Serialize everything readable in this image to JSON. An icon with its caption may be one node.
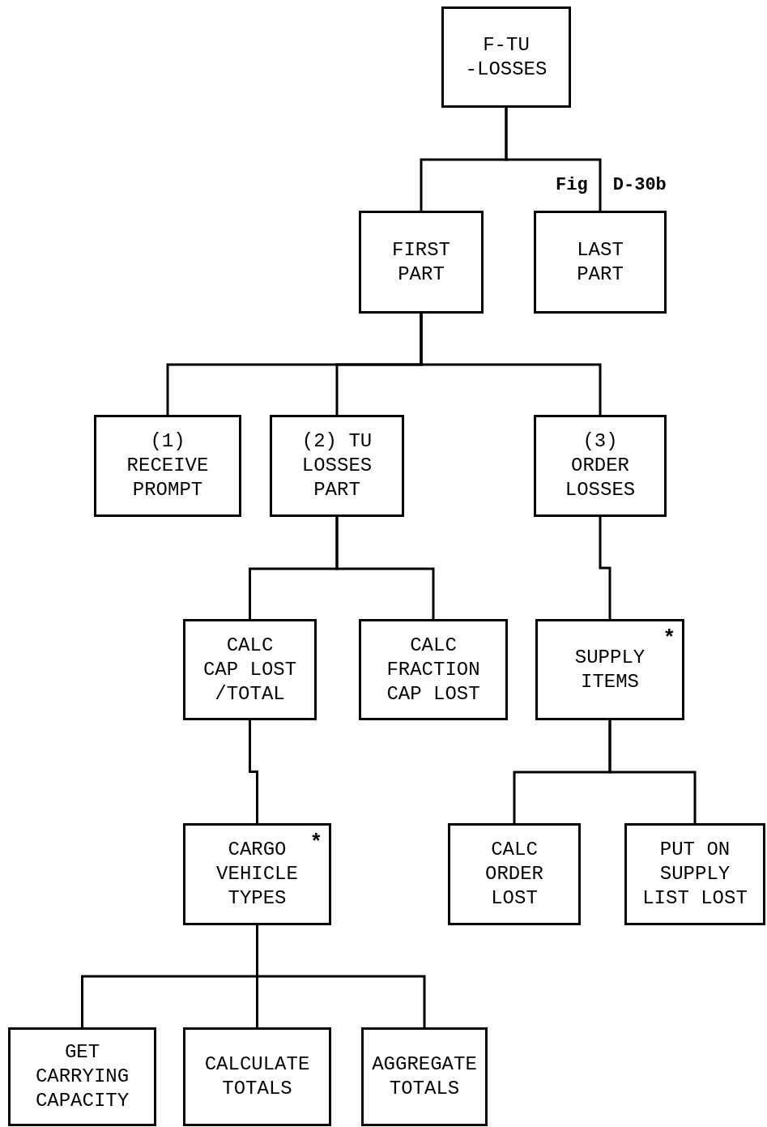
{
  "diagram": {
    "nodes": [
      {
        "text": [
          "F-TU -LOSSES"
        ]
      },
      {
        "text": [
          "FIRST PART"
        ]
      },
      {
        "text": [
          "LAST PART"
        ]
      },
      {
        "text": [
          "(1) RECEIVE PROMPT"
        ]
      },
      {
        "text": [
          "(2) TU LOSSES PART"
        ]
      },
      {
        "text": [
          "(3) ORDER LOSSES"
        ]
      },
      {
        "text": [
          "CALC CAP LOST /TOTAL"
        ]
      },
      {
        "text": [
          "CALC FRACTION CAP LOST"
        ]
      },
      {
        "text": [
          "SUPPLY ITEMS",
          "*"
        ]
      },
      {
        "text": [
          "CARGO VEHICLE TYPES",
          "*"
        ]
      },
      {
        "text": [
          "CALC ORDER LOST"
        ]
      },
      {
        "text": [
          "PUT ON SUPPLY LIST LOST"
        ]
      },
      {
        "text": [
          "GET CARRYING CAPACITY"
        ]
      },
      {
        "text": [
          "CALCULATE TOTALS"
        ]
      },
      {
        "text": [
          "AGGREGATE TOTALS"
        ]
      }
    ],
    "edges": [
      {
        "from": 0,
        "to": 1,
        "arrow": "none"
      },
      {
        "from": 0,
        "to": 2,
        "arrow": "none"
      },
      {
        "from": 1,
        "to": 3,
        "arrow": "none"
      },
      {
        "from": 1,
        "to": 4,
        "arrow": "none"
      },
      {
        "from": 1,
        "to": 5,
        "arrow": "none"
      },
      {
        "from": 4,
        "to": 6,
        "arrow": "none"
      },
      {
        "from": 4,
        "to": 7,
        "arrow": "none"
      },
      {
        "from": 5,
        "to": 8,
        "arrow": "none"
      },
      {
        "from": 8,
        "to": 10,
        "arrow": "none"
      },
      {
        "from": 8,
        "to": 11,
        "arrow": "none"
      },
      {
        "from": 6,
        "to": 9,
        "arrow": "none"
      },
      {
        "from": 9,
        "to": 12,
        "arrow": "none"
      },
      {
        "from": 9,
        "to": 13,
        "arrow": "none"
      },
      {
        "from": 9,
        "to": 14,
        "arrow": "none"
      }
    ],
    "labels": [
      "Fig D-30b"
    ]
  }
}
